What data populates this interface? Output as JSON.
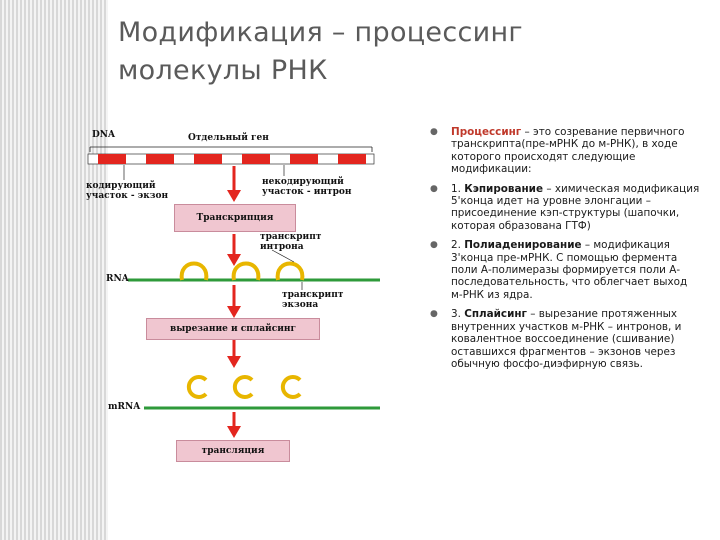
{
  "slide": {
    "title_line1": "Модификация – процессинг",
    "title_line2": "молекулы РНК"
  },
  "diagram": {
    "label_dna": "DNA",
    "label_gene": "Отдельный ген",
    "label_coding": "кодирующий участок - экзон",
    "label_noncoding": "некодирующий участок - интрон",
    "box_transcription": "Транскрипция",
    "label_intron_transcript": "транскрипт интрона",
    "label_rna": "RNA",
    "label_exon_transcript": "транскрипт экзона",
    "box_cut_splice": "вырезание и сплайсинг",
    "label_mrna": "mRNA",
    "box_translation": "трансляция",
    "colors": {
      "exon": "#e3261f",
      "green": "#2e9a3a",
      "box": "#f0c6d0",
      "loop": "#e8b600",
      "arrow": "#e3261f"
    }
  },
  "bullets": [
    {
      "term": "Процессинг",
      "text": " – это созревание первичного транскрипта(пре-мРНК до м-РНК), в ходе которого происходят следующие модификации:"
    },
    {
      "prefix": "1. ",
      "term": "Кэпирование",
      "text": " – химическая модификация 5'конца идет на уровне элонгации – присоединение кэп-структуры (шапочки, которая образована ГТФ)"
    },
    {
      "prefix": "2. ",
      "term": "Полиаденирование",
      "text": " – модификация 3'конца пре-мРНК. С помощью фермента поли А-полимеразы формируется поли А-последовательность, что облегчает выход м-РНК из ядра."
    },
    {
      "prefix": "3. ",
      "term": "Сплайсинг",
      "text": " – вырезание протяженных внутренних участков м-РНК – интронов, и ковалентное воссоединение (сшивание) оставшихся фрагментов – экзонов через обычную фосфо-диэфирную связь."
    }
  ]
}
